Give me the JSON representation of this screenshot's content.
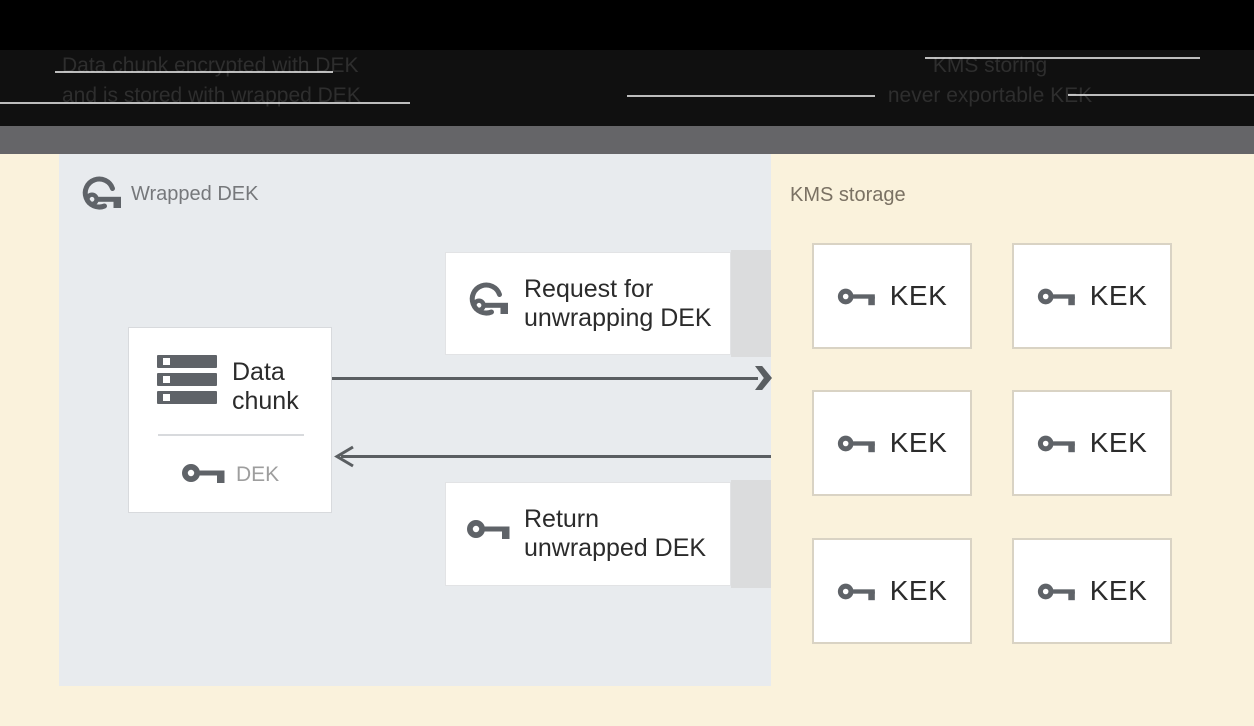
{
  "header": {
    "left_caption_line1": "Data chunk encrypted with DEK",
    "left_caption_line2": "and is stored with wrapped DEK",
    "right_caption_line1": "KMS storing",
    "right_caption_line2": "never exportable KEK"
  },
  "wrapped_dek_panel": {
    "label": "Wrapped DEK"
  },
  "data_chunk_box": {
    "title": "Data chunk",
    "key_label": "DEK"
  },
  "request_box": {
    "line1": "Request for",
    "line2": "unwrapping DEK"
  },
  "return_box": {
    "line1": "Return",
    "line2": "unwrapped DEK"
  },
  "kms_panel": {
    "label": "KMS storage",
    "kek_labels": [
      "KEK",
      "KEK",
      "KEK",
      "KEK",
      "KEK",
      "KEK"
    ]
  },
  "colors": {
    "page_background": "#FAF2DC",
    "header_black": "#000000",
    "header_caption_text": "#2E2E2E",
    "gray_band": "#656568",
    "panel_background": "#E8EBEE",
    "box_background": "#FFFFFF",
    "box_shadow_strip": "#DBDCDD",
    "kek_box_border": "#D9D3C4",
    "icon_gray": "#5F6368",
    "arrow_gray": "#5A5E61",
    "title_text": "#2B2B2B",
    "dek_text": "#9E9E9E",
    "wrapped_dek_label_text": "#76787B",
    "kms_label_text": "#7A7163"
  }
}
